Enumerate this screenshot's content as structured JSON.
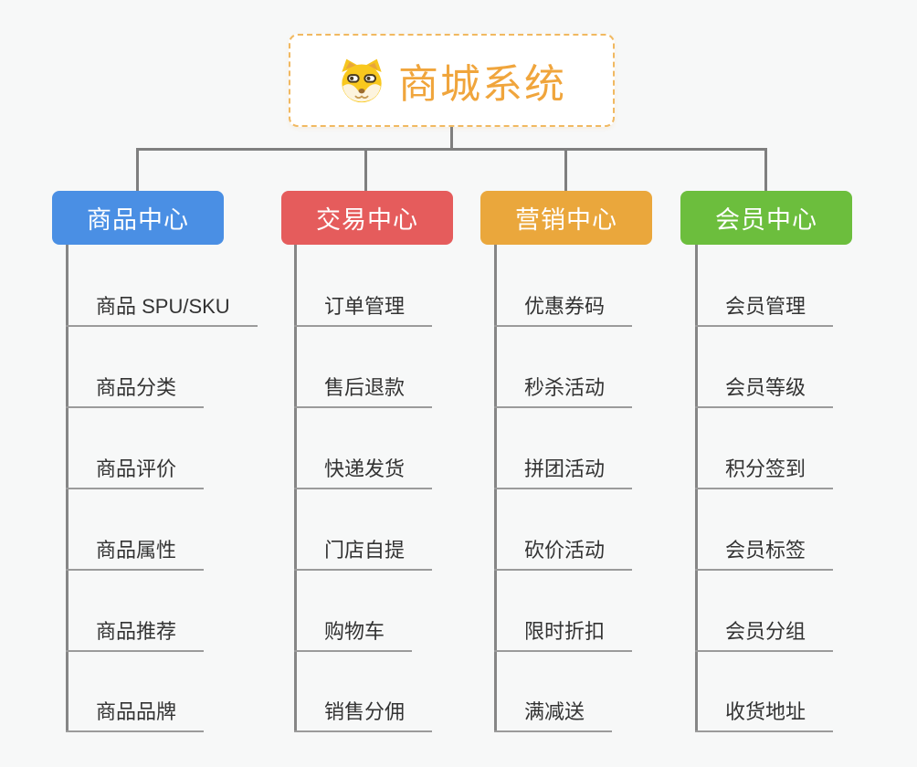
{
  "root": {
    "title": "商城系统",
    "icon": "shiba-dog-icon",
    "title_color": "#F0A53C",
    "border_color": "#F1B961"
  },
  "branches": [
    {
      "label": "商品中心",
      "color": "#4A8FE4",
      "items": [
        "商品 SPU/SKU",
        "商品分类",
        "商品评价",
        "商品属性",
        "商品推荐",
        "商品品牌"
      ]
    },
    {
      "label": "交易中心",
      "color": "#E55C5C",
      "items": [
        "订单管理",
        "售后退款",
        "快递发货",
        "门店自提",
        "购物车",
        "销售分佣"
      ]
    },
    {
      "label": "营销中心",
      "color": "#EAA73C",
      "items": [
        "优惠券码",
        "秒杀活动",
        "拼团活动",
        "砍价活动",
        "限时折扣",
        "满减送"
      ]
    },
    {
      "label": "会员中心",
      "color": "#6CBE3D",
      "items": [
        "会员管理",
        "会员等级",
        "积分签到",
        "会员标签",
        "会员分组",
        "收货地址"
      ]
    }
  ],
  "colors": {
    "background": "#F7F8F8",
    "connector_gray": "#7F7F7F",
    "trunk_gray": "#868686",
    "underline_gray": "#9B9B9B",
    "item_text": "#333333"
  }
}
